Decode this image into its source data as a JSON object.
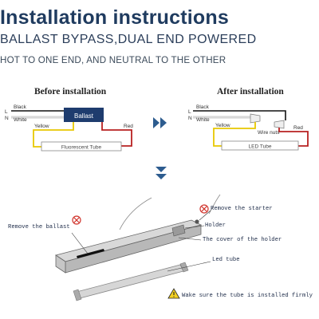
{
  "header": {
    "title": "Installation instructions",
    "subtitle": "BALLAST BYPASS,DUAL END POWERED",
    "note": "HOT TO ONE END, AND NEUTRAL TO THE OTHER"
  },
  "before": {
    "heading": "Before installation",
    "line_label": "L",
    "neutral_label": "N",
    "black": "Black",
    "white": "White",
    "ballast": "Ballast",
    "yellow": "Yellow",
    "red": "Red",
    "tube": "Fluorescent Tube"
  },
  "after": {
    "heading": "After installation",
    "line_label": "L",
    "neutral_label": "N",
    "black": "Black",
    "white": "White",
    "yellow": "Yellow",
    "red": "Red",
    "wire_nuts": "Wire nuts",
    "tube": "LED Tube"
  },
  "fixture": {
    "remove_starter": "Remove the starter",
    "holder": "Holder",
    "remove_ballast": "Remove the ballast",
    "cover": "The cover of the holder",
    "led_tube": "Led tube",
    "warning": "Wake sure the tube is installed firmly"
  },
  "colors": {
    "title": "#1f3b5f",
    "arrow": "#2d5c8f",
    "ballast": "#1e3c6e",
    "yellow_wire": "#e8c800",
    "red_wire": "#b82020",
    "x_mark": "#d0342c"
  }
}
